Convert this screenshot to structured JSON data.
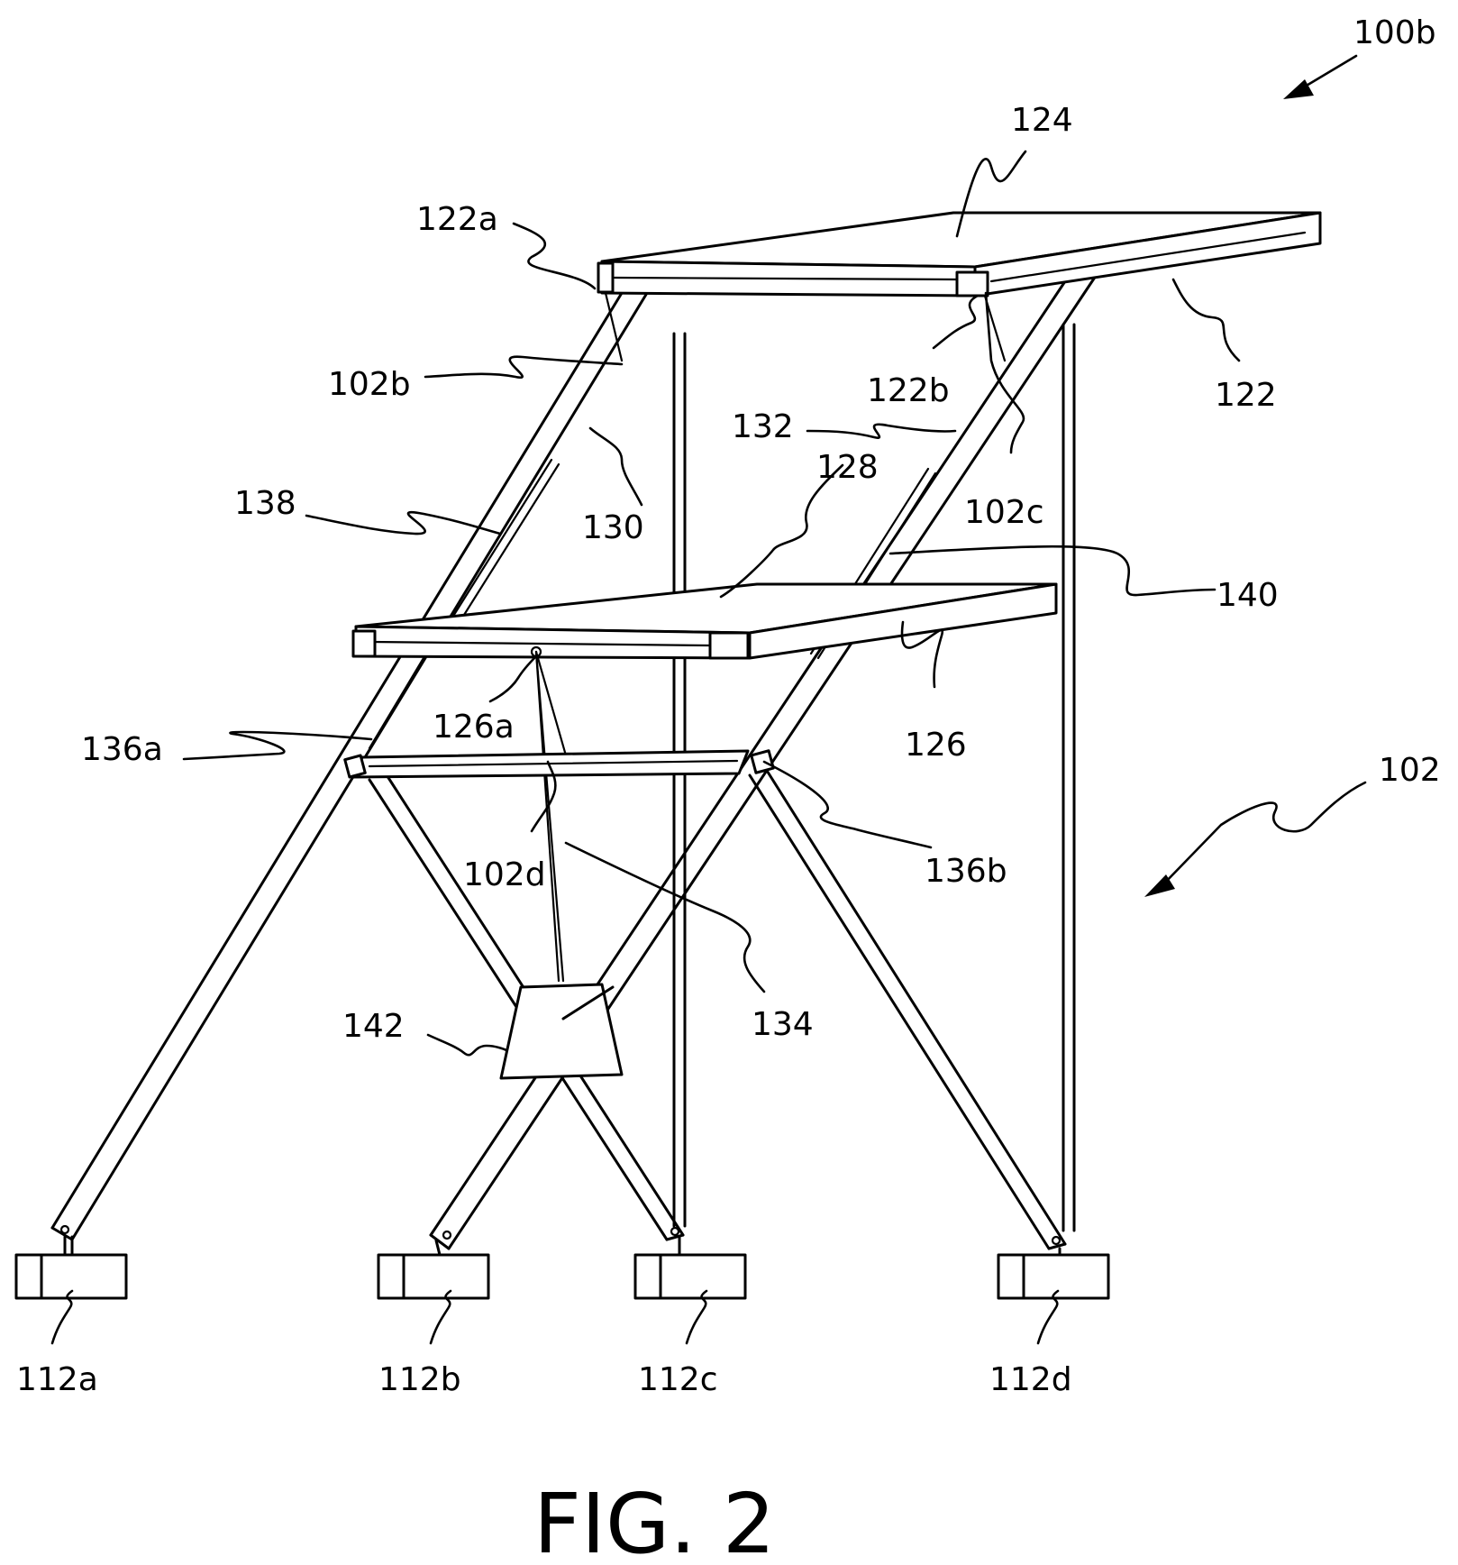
{
  "figure": {
    "caption": "FIG. 2",
    "assembly_ref": "100b"
  },
  "labels": {
    "l100b": "100b",
    "l124": "124",
    "l122a": "122a",
    "l122": "122",
    "l122b": "122b",
    "l102b": "102b",
    "l132": "132",
    "l128": "128",
    "l102c": "102c",
    "l138": "138",
    "l130": "130",
    "l140": "140",
    "l126a": "126a",
    "l126": "126",
    "l136a": "136a",
    "l102": "102",
    "l136b": "136b",
    "l102d": "102d",
    "l134": "134",
    "l142": "142",
    "l112a": "112a",
    "l112b": "112b",
    "l112c": "112c",
    "l112d": "112d"
  }
}
